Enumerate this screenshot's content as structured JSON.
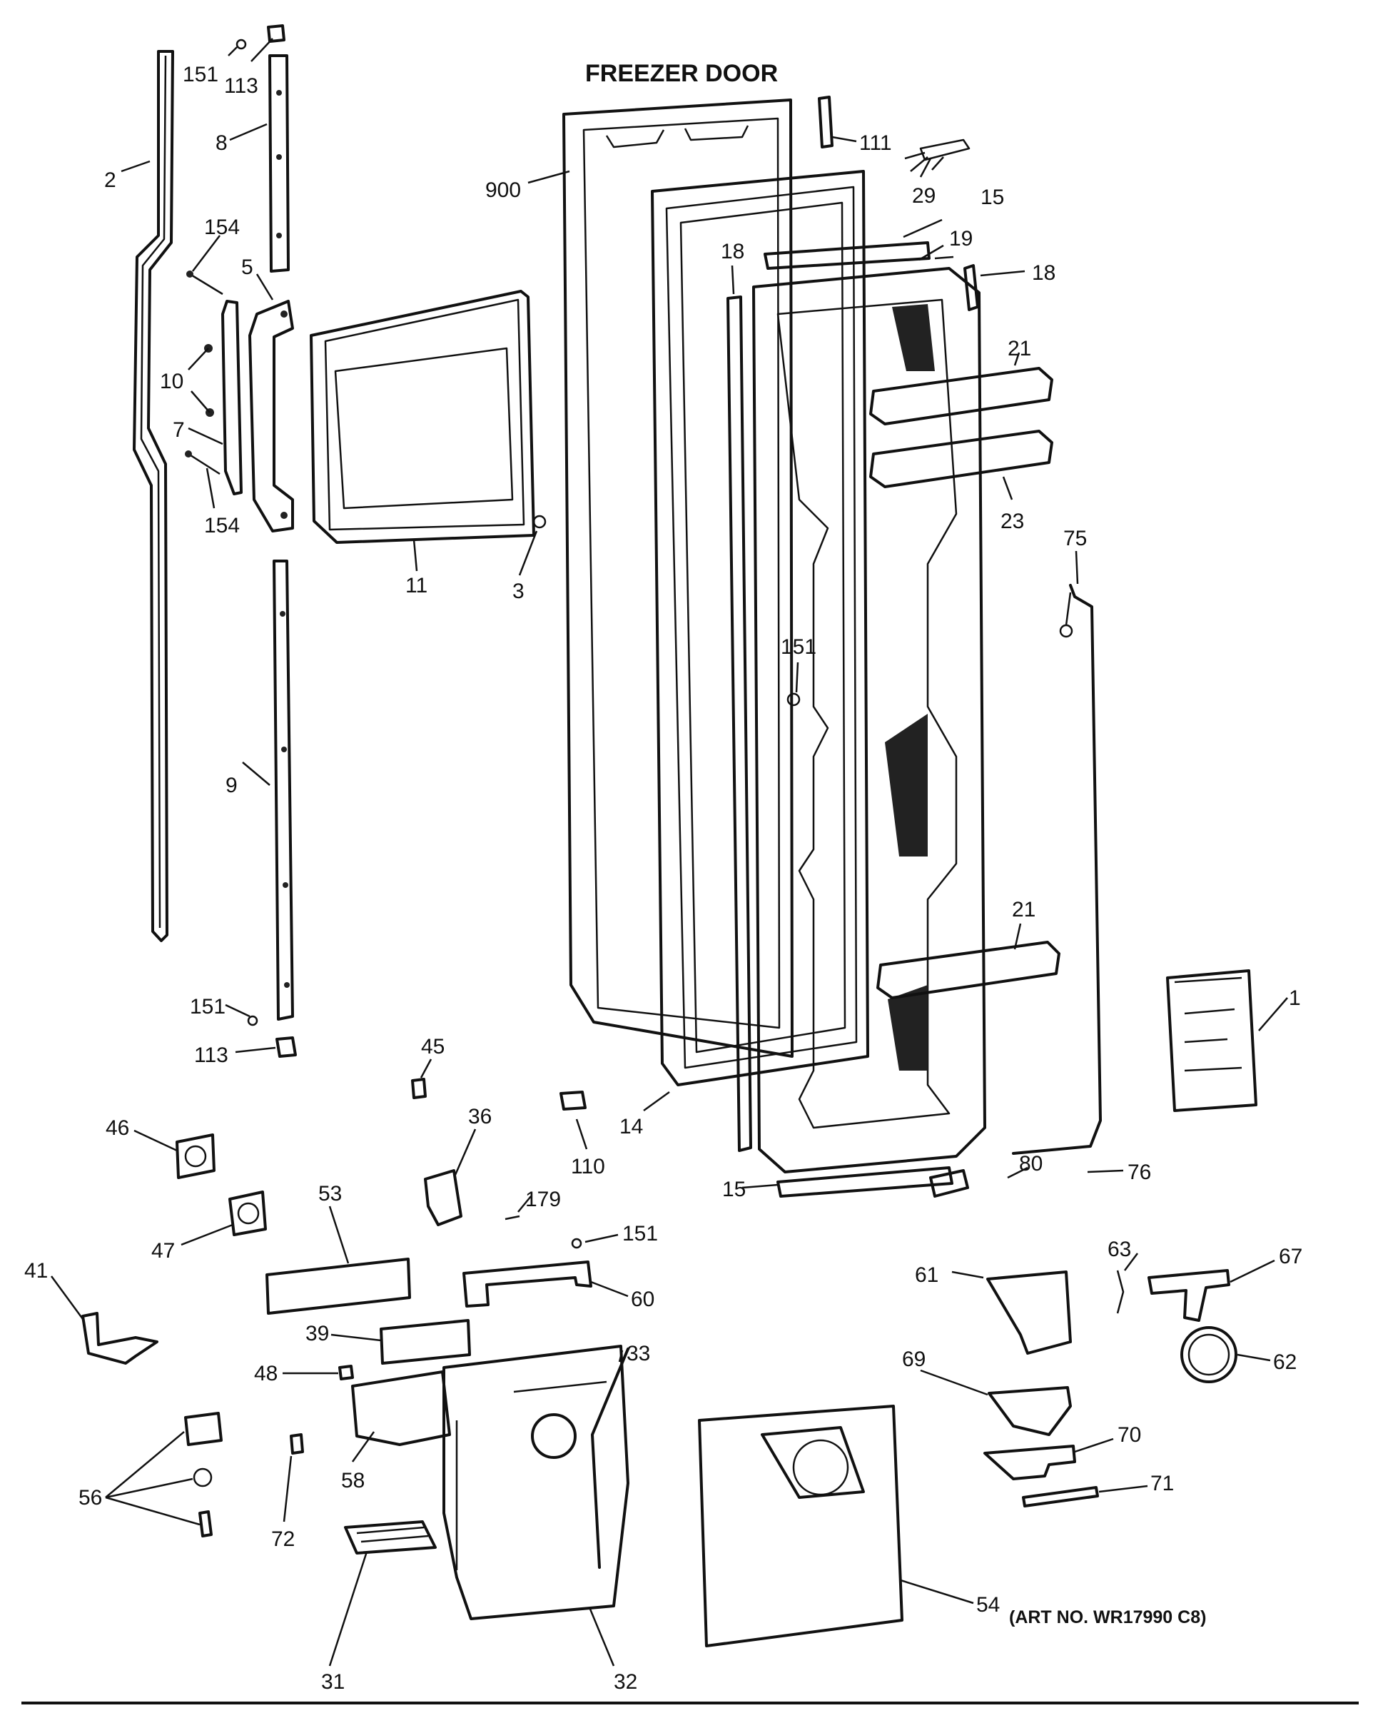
{
  "diagram": {
    "title": "FREEZER DOOR",
    "art_number": "(ART NO. WR17990 C8)"
  },
  "callouts": [
    "151",
    "113",
    "8",
    "2",
    "154",
    "5",
    "10",
    "7",
    "154",
    "11",
    "3",
    "9",
    "151",
    "113",
    "900",
    "111",
    "29",
    "15",
    "19",
    "18",
    "18",
    "21",
    "23",
    "75",
    "151",
    "21",
    "1",
    "14",
    "110",
    "15",
    "45",
    "36",
    "46",
    "47",
    "53",
    "179",
    "151",
    "80",
    "76",
    "63",
    "67",
    "61",
    "62",
    "60",
    "41",
    "39",
    "33",
    "48",
    "69",
    "70",
    "71",
    "56",
    "58",
    "72",
    "54",
    "31",
    "32"
  ]
}
